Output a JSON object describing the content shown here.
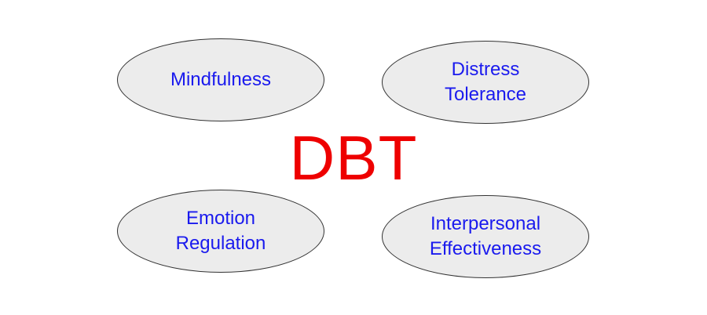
{
  "diagram": {
    "title": "DBT",
    "nodes": [
      {
        "id": "mindfulness",
        "label": "Mindfulness"
      },
      {
        "id": "distress-tolerance",
        "label": "Distress\nTolerance"
      },
      {
        "id": "emotion-regulation",
        "label": "Emotion\nRegulation"
      },
      {
        "id": "interpersonal-effectiveness",
        "label": "Interpersonal\nEffectiveness"
      }
    ]
  },
  "colors": {
    "title": "#ee0000",
    "label": "#1a1aee",
    "node_fill": "#ececec",
    "node_border": "#333333"
  }
}
